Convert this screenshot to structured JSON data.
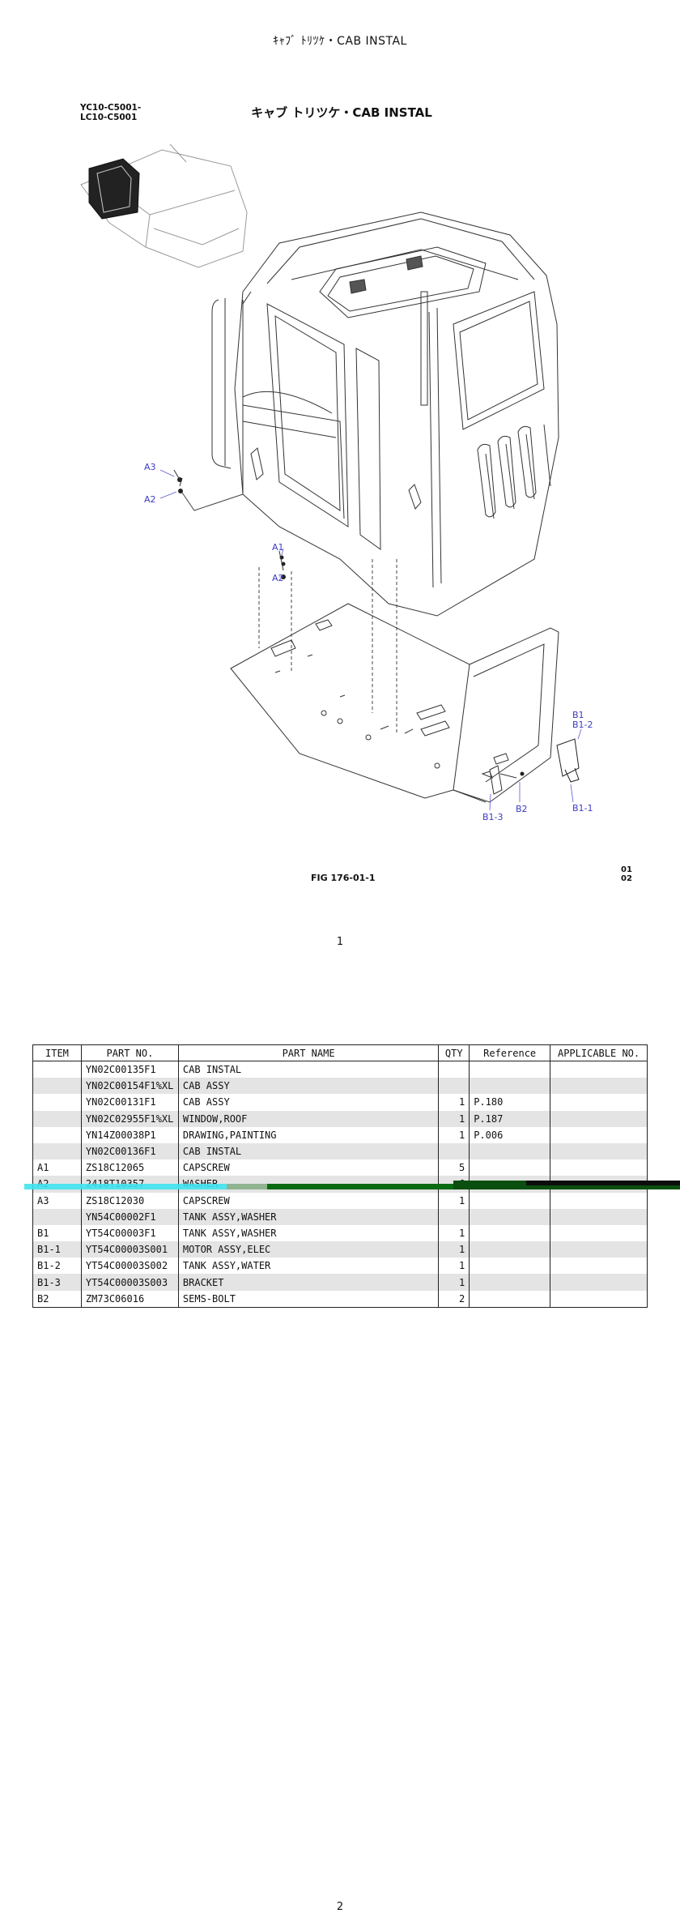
{
  "page_header": "ｷｬﾌﾞ ﾄﾘﾂｹ・CAB INSTAL",
  "model_codes": [
    "YC10-C5001-",
    "LC10-C5001"
  ],
  "figure_title": "キャブ トリツケ・CAB INSTAL",
  "figure_number": "FIG 176-01-1",
  "sheet_codes": [
    "01",
    "02"
  ],
  "callouts": {
    "a1": "A1",
    "a2": "A2",
    "a3": "A3",
    "a2b": "A2",
    "b1": "B1",
    "b1_2": "B1-2",
    "b1_1": "B1-1",
    "b1_3": "B1-3",
    "b2": "B2"
  },
  "page_number_1": "1",
  "page_number_2": "2",
  "table": {
    "headers": [
      "ITEM",
      "PART NO.",
      "PART NAME",
      "QTY",
      "Reference",
      "APPLICABLE NO."
    ],
    "rows": [
      {
        "item": "",
        "part_no": "YN02C00135F1",
        "name": "CAB INSTAL",
        "qty": "",
        "ref": "",
        "app": ""
      },
      {
        "item": "",
        "part_no": "YN02C00154F1%XL",
        "name": "CAB ASSY",
        "qty": "",
        "ref": "",
        "app": ""
      },
      {
        "item": "",
        "part_no": "YN02C00131F1",
        "name": "CAB ASSY",
        "qty": "1",
        "ref": "P.180",
        "app": ""
      },
      {
        "item": "",
        "part_no": "YN02C02955F1%XL",
        "name": "WINDOW,ROOF",
        "qty": "1",
        "ref": "P.187",
        "app": ""
      },
      {
        "item": "",
        "part_no": "YN14Z00038P1",
        "name": "DRAWING,PAINTING",
        "qty": "1",
        "ref": "P.006",
        "app": ""
      },
      {
        "item": "",
        "part_no": "YN02C00136F1",
        "name": "CAB INSTAL",
        "qty": "",
        "ref": "",
        "app": ""
      },
      {
        "item": "A1",
        "part_no": "ZS18C12065",
        "name": "CAPSCREW",
        "qty": "5",
        "ref": "",
        "app": ""
      },
      {
        "item": "A2",
        "part_no": "2418T10357",
        "name": "WASHER",
        "qty": "6",
        "ref": "",
        "app": ""
      },
      {
        "item": "A3",
        "part_no": "ZS18C12030",
        "name": "CAPSCREW",
        "qty": "1",
        "ref": "",
        "app": ""
      },
      {
        "item": "",
        "part_no": "YN54C00002F1",
        "name": "TANK ASSY,WASHER",
        "qty": "",
        "ref": "",
        "app": ""
      },
      {
        "item": "B1",
        "part_no": "YT54C00003F1",
        "name": "TANK ASSY,WASHER",
        "qty": "1",
        "ref": "",
        "app": ""
      },
      {
        "item": "B1-1",
        "part_no": "YT54C00003S001",
        "name": "MOTOR ASSY,ELEC",
        "qty": "1",
        "ref": "",
        "app": ""
      },
      {
        "item": "B1-2",
        "part_no": "YT54C00003S002",
        "name": "TANK ASSY,WATER",
        "qty": "1",
        "ref": "",
        "app": ""
      },
      {
        "item": "B1-3",
        "part_no": "YT54C00003S003",
        "name": "BRACKET",
        "qty": "1",
        "ref": "",
        "app": ""
      },
      {
        "item": "B2",
        "part_no": "ZM73C06016",
        "name": "SEMS-BOLT",
        "qty": "2",
        "ref": "",
        "app": ""
      }
    ]
  },
  "colors": {
    "callout": "#3b3bc4",
    "row_shade": "#e4e4e4",
    "glitch_cyan": "#3fe3ee",
    "glitch_green": "#0b6b12"
  }
}
